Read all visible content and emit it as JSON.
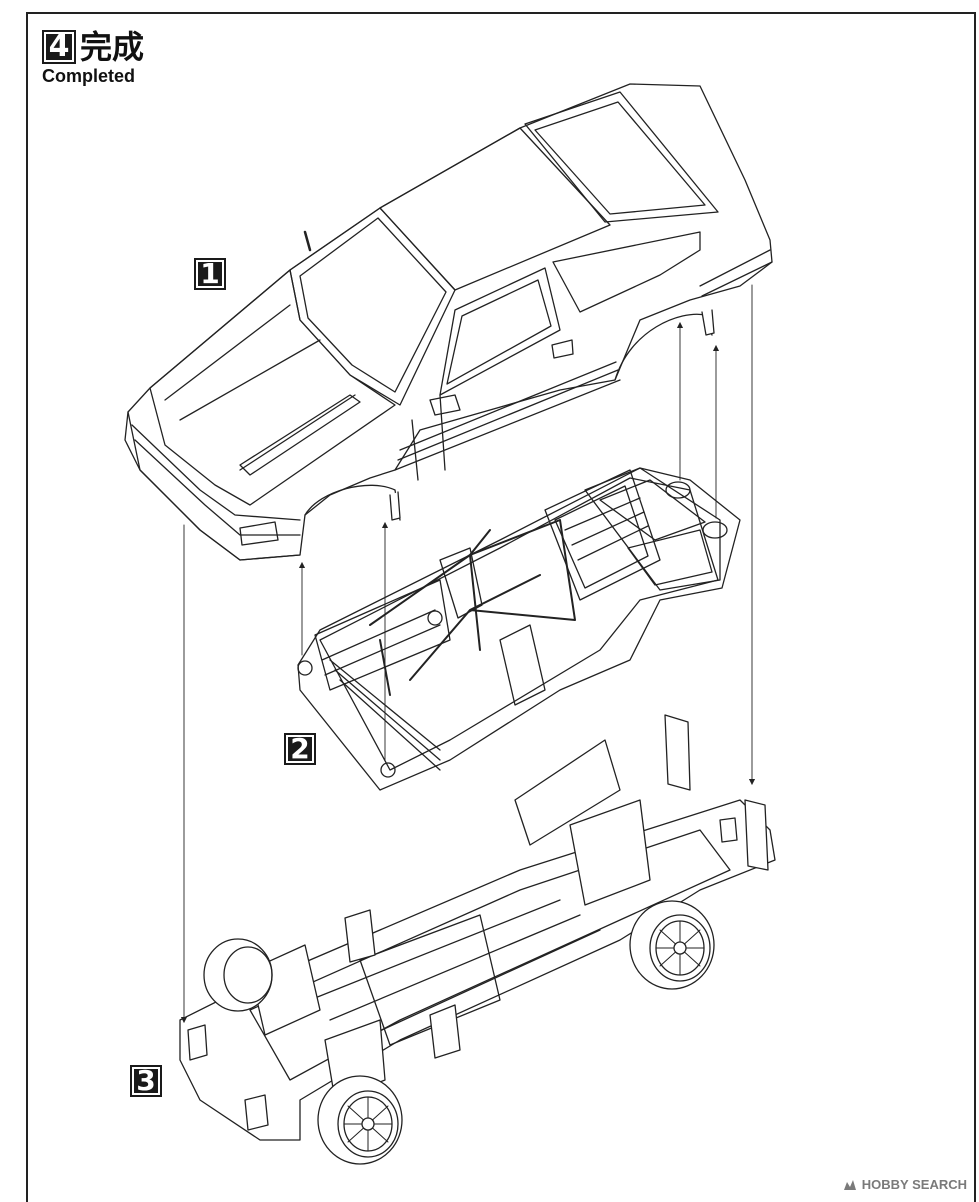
{
  "step": {
    "number": "4",
    "title_jp": "完成",
    "title_en": "Completed"
  },
  "parts": [
    {
      "label": "1"
    },
    {
      "label": "2"
    },
    {
      "label": "3"
    }
  ],
  "watermark": {
    "text": "HOBBY SEARCH"
  }
}
